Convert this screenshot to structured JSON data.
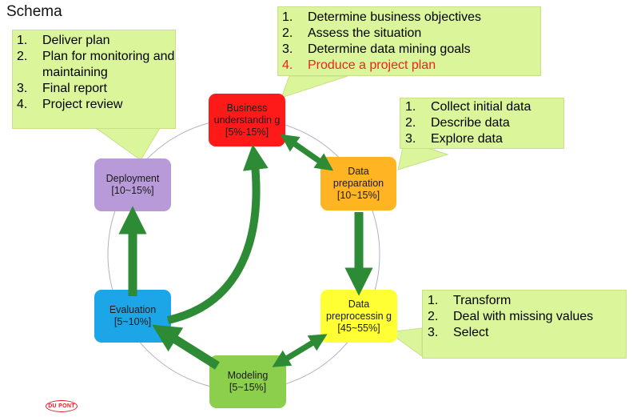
{
  "title": "Schema",
  "phases": {
    "business": {
      "label": "Business understandin g [5%-15%]",
      "color": "#ff1a1a"
    },
    "preparation": {
      "label": "Data preparation [10~15%]",
      "color": "#ffb423"
    },
    "preprocessing": {
      "label": "Data preprocessin g [45~55%]",
      "color": "#ffff33"
    },
    "modeling": {
      "label": "Modeling [5~15%]",
      "color": "#8ccf4c"
    },
    "evaluation": {
      "label": "Evaluation [5~10%]",
      "color": "#1ca6e8"
    },
    "deployment": {
      "label": "Deployment [10~15%]",
      "color": "#b89ad9"
    }
  },
  "callouts": {
    "business": [
      {
        "num": "1.",
        "text": "Determine business objectives"
      },
      {
        "num": "2.",
        "text": "Assess the situation"
      },
      {
        "num": "3.",
        "text": "Determine data mining goals"
      },
      {
        "num": "4.",
        "text": "Produce a project plan"
      }
    ],
    "deployment": [
      {
        "num": "1.",
        "text": "Deliver plan"
      },
      {
        "num": "2.",
        "text": "Plan for monitoring and maintaining"
      },
      {
        "num": "3.",
        "text": "Final report"
      },
      {
        "num": "4.",
        "text": "Project review"
      }
    ],
    "preparation": [
      {
        "num": "1.",
        "text": "Collect initial data"
      },
      {
        "num": "2.",
        "text": "Describe data"
      },
      {
        "num": "3.",
        "text": "Explore data"
      }
    ],
    "preprocessing": [
      {
        "num": "1.",
        "text": "Transform"
      },
      {
        "num": "2.",
        "text": "Deal with missing values"
      },
      {
        "num": "3.",
        "text": "Select"
      }
    ]
  },
  "logo_text": "DU PONT",
  "colors": {
    "callout_bg": "#dbf59a",
    "arrow": "#2e8b35",
    "highlight": "#e8261c"
  }
}
